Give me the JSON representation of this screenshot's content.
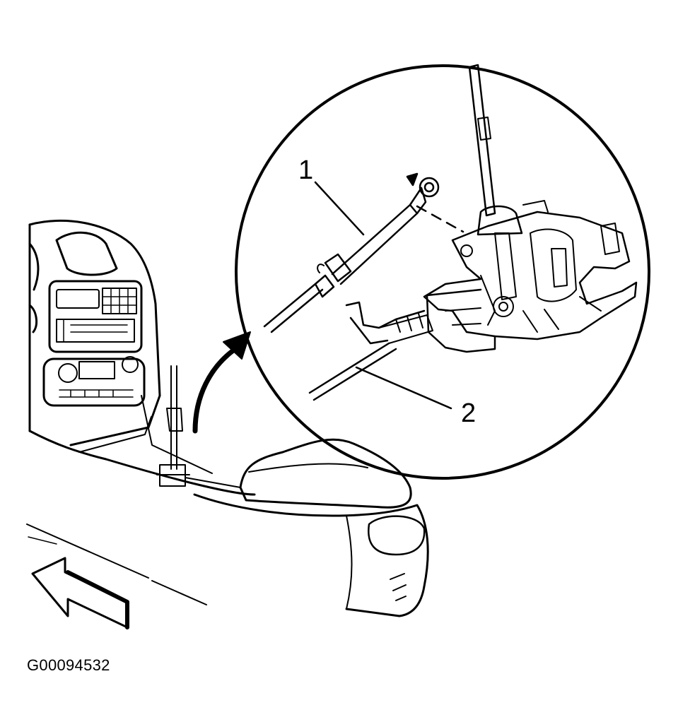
{
  "diagram": {
    "figure_id": "G00094532",
    "callouts": [
      {
        "number": "1"
      },
      {
        "number": "2"
      }
    ],
    "line_color": "#000000",
    "background_color": "#ffffff",
    "icons": [
      "curved-arrow-icon",
      "forward-direction-arrow-icon"
    ]
  }
}
